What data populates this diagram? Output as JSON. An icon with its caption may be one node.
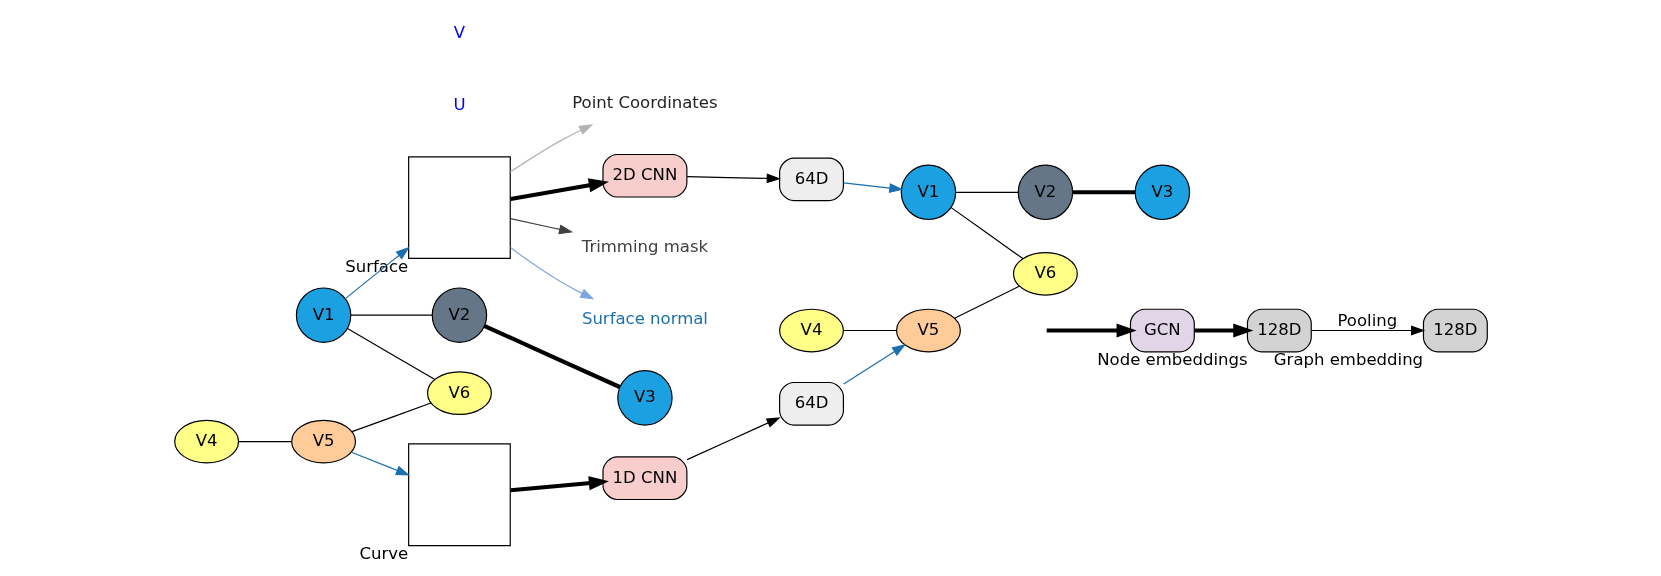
{
  "diagram": {
    "nodes": [
      {
        "text": [
          "V1"
        ]
      },
      {
        "text": [
          "V2"
        ]
      },
      {
        "text": [
          "V3"
        ]
      },
      {
        "text": [
          "V4"
        ]
      },
      {
        "text": [
          "V5"
        ]
      },
      {
        "text": [
          "V6"
        ]
      },
      {
        "text": [],
        "shape": "box",
        "beside": [
          "Surface"
        ]
      },
      {
        "text": [],
        "shape": "box",
        "beside": [
          "Curve"
        ]
      },
      {
        "text": [
          "2D CNN"
        ]
      },
      {
        "text": [
          "1D CNN"
        ]
      },
      {
        "text": [
          "64D"
        ]
      },
      {
        "text": [
          "64D"
        ]
      },
      {
        "text": [
          "V1"
        ]
      },
      {
        "text": [
          "V2"
        ]
      },
      {
        "text": [
          "V3"
        ]
      },
      {
        "text": [
          "V4"
        ]
      },
      {
        "text": [
          "V5"
        ]
      },
      {
        "text": [
          "V6"
        ]
      },
      {
        "text": [
          "GCN"
        ]
      },
      {
        "text": [
          "128D"
        ],
        "beside": [
          "Node embeddings"
        ]
      },
      {
        "text": [
          "128D"
        ],
        "beside": [
          "Graph embedding"
        ]
      },
      {
        "text": [
          "Trimming mask"
        ]
      },
      {
        "text": [
          "Surface normal"
        ]
      },
      {
        "text": [
          "Point Coordinates"
        ]
      }
    ],
    "edges": [
      {
        "from": 0,
        "to": 1,
        "arrow": "none"
      },
      {
        "from": 0,
        "to": 5,
        "arrow": "none"
      },
      {
        "from": 1,
        "to": 2,
        "arrow": "none",
        "style": "thick"
      },
      {
        "from": 3,
        "to": 4,
        "arrow": "none"
      },
      {
        "from": 4,
        "to": 5,
        "arrow": "none"
      },
      {
        "from": 0,
        "to": 6,
        "arrow": "to",
        "color": "#1a6fae"
      },
      {
        "from": 4,
        "to": 7,
        "arrow": "to",
        "color": "#1a6fae"
      },
      {
        "from": 6,
        "to": 21,
        "arrow": "to",
        "color": "#404040"
      },
      {
        "from": 6,
        "to": 22,
        "arrow": "to",
        "color": "#7ea6e0"
      },
      {
        "from": 6,
        "to": 23,
        "arrow": "to",
        "color": "#b3b3b3"
      },
      {
        "from": 6,
        "to": 8,
        "arrow": "to",
        "style": "thick"
      },
      {
        "from": 7,
        "to": 9,
        "arrow": "to",
        "style": "thick"
      },
      {
        "from": 8,
        "to": 10,
        "arrow": "to"
      },
      {
        "from": 9,
        "to": 11,
        "arrow": "to"
      },
      {
        "from": 10,
        "to": 12,
        "arrow": "to",
        "color": "#1a6fae"
      },
      {
        "from": 11,
        "to": 16,
        "arrow": "to",
        "color": "#1a6fae"
      },
      {
        "from": 12,
        "to": 13,
        "arrow": "none"
      },
      {
        "from": 12,
        "to": 17,
        "arrow": "none"
      },
      {
        "from": 13,
        "to": 14,
        "arrow": "none",
        "style": "thick"
      },
      {
        "from": 15,
        "to": 16,
        "arrow": "none"
      },
      {
        "from": 16,
        "to": 17,
        "arrow": "none"
      },
      {
        "from": null,
        "to": 18,
        "arrow": "to",
        "style": "thick"
      },
      {
        "from": 18,
        "to": 19,
        "arrow": "to",
        "style": "thick"
      },
      {
        "from": 19,
        "to": 20,
        "arrow": "to",
        "label": "Pooling"
      }
    ],
    "labels": [
      "U",
      "V"
    ]
  }
}
